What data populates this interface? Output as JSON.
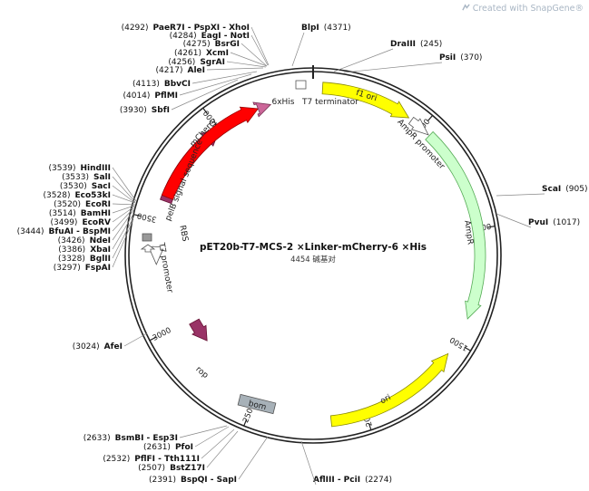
{
  "watermark": {
    "text": "Created with SnapGene®",
    "icon": "snapgene-logo-icon",
    "color": "#a9b6c4"
  },
  "plasmid": {
    "name": "pET20b-T7-MCS-2 ×Linker-mCherry-6 ×His",
    "size_label": "4454 碱基对",
    "length": 4454
  },
  "ticks": [
    "500",
    "1000",
    "1500",
    "2000",
    "2500",
    "3000",
    "3500",
    "4000"
  ],
  "sites": [
    {
      "name": "PaeR7I - PspXI - XhoI",
      "pos": "(4292)"
    },
    {
      "name": "EagI - NotI",
      "pos": "(4284)"
    },
    {
      "name": "BsrGI",
      "pos": "(4275)"
    },
    {
      "name": "XcmI",
      "pos": "(4261)"
    },
    {
      "name": "SgrAI",
      "pos": "(4256)"
    },
    {
      "name": "AleI",
      "pos": "(4217)"
    },
    {
      "name": "BbvCI",
      "pos": "(4113)"
    },
    {
      "name": "PflMI",
      "pos": "(4014)"
    },
    {
      "name": "SbfI",
      "pos": "(3930)"
    },
    {
      "name": "BlpI",
      "pos": "(4371)"
    },
    {
      "name": "DraIII",
      "pos": "(245)"
    },
    {
      "name": "PsiI",
      "pos": "(370)"
    },
    {
      "name": "ScaI",
      "pos": "(905)"
    },
    {
      "name": "PvuI",
      "pos": "(1017)"
    },
    {
      "name": "HindIII",
      "pos": "(3539)"
    },
    {
      "name": "SalI",
      "pos": "(3533)"
    },
    {
      "name": "SacI",
      "pos": "(3530)"
    },
    {
      "name": "Eco53kI",
      "pos": "(3528)"
    },
    {
      "name": "EcoRI",
      "pos": "(3520)"
    },
    {
      "name": "BamHI",
      "pos": "(3514)"
    },
    {
      "name": "EcoRV",
      "pos": "(3499)"
    },
    {
      "name": "BfuAI - BspMI",
      "pos": "(3444)"
    },
    {
      "name": "NdeI",
      "pos": "(3426)"
    },
    {
      "name": "XbaI",
      "pos": "(3386)"
    },
    {
      "name": "BglII",
      "pos": "(3328)"
    },
    {
      "name": "FspAI",
      "pos": "(3297)"
    },
    {
      "name": "AfeI",
      "pos": "(3024)"
    },
    {
      "name": "BsmBI - Esp3I",
      "pos": "(2633)"
    },
    {
      "name": "PfoI",
      "pos": "(2631)"
    },
    {
      "name": "PflFI - Tth111I",
      "pos": "(2532)"
    },
    {
      "name": "BstZ17I",
      "pos": "(2507)"
    },
    {
      "name": "BspQI - SapI",
      "pos": "(2391)"
    },
    {
      "name": "AflIII - PciI",
      "pos": "(2274)"
    }
  ],
  "features": [
    {
      "label": "f1 ori",
      "color": "#ffff00",
      "stroke": "#888800"
    },
    {
      "label": "AmpR promoter",
      "color": "#ffffff",
      "stroke": "#555555"
    },
    {
      "label": "AmpR",
      "color": "#ccffcc",
      "stroke": "#55aa55"
    },
    {
      "label": "ori",
      "color": "#ffff00",
      "stroke": "#888800"
    },
    {
      "label": "bom",
      "color": "#a7b1b8",
      "stroke": "#555555"
    },
    {
      "label": "rop",
      "color": "#993366",
      "stroke": "#661133"
    },
    {
      "label": "T7 promoter",
      "color": "#ffffff",
      "stroke": "#555555"
    },
    {
      "label": "RBS",
      "color": "#999999",
      "stroke": "#555555"
    },
    {
      "label": "pelB signal sequence",
      "color": "#993366",
      "stroke": "#661133"
    },
    {
      "label": "mCherry",
      "color": "#ff0000",
      "stroke": "#990000"
    },
    {
      "label": "6xHis",
      "color": "#cc6699",
      "stroke": "#773355"
    },
    {
      "label": "T7 terminator",
      "color": "#ffffff",
      "stroke": "#555555"
    }
  ],
  "colors": {
    "backbone": "#222222",
    "leader": "#888888"
  }
}
